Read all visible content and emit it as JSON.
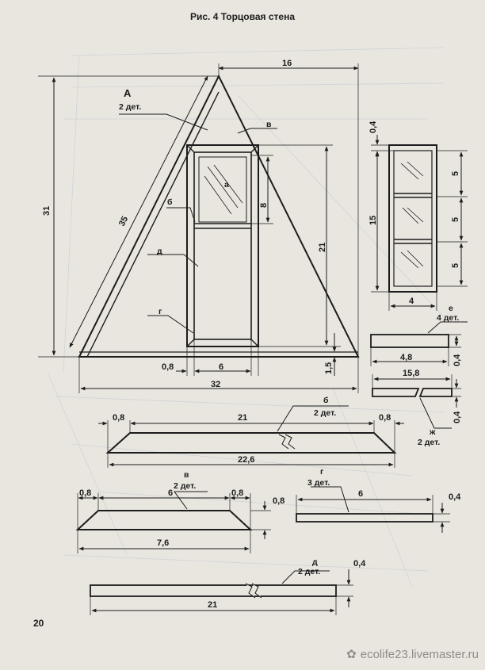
{
  "figure": {
    "title": "Рис. 4 Торцовая стена"
  },
  "page_number": "20",
  "watermark": "ecolife23.livemaster.ru",
  "main_view": {
    "part_a_label": "А",
    "part_a_count": "2 дет.",
    "label_v": "в",
    "label_a": "а",
    "label_b": "б",
    "label_d": "д",
    "label_g": "г",
    "dim_16": "16",
    "dim_31": "31",
    "dim_35": "35",
    "dim_8": "8",
    "dim_21": "21",
    "dim_0_8": "0,8",
    "dim_6": "6",
    "dim_1_5": "1,5",
    "dim_32": "32"
  },
  "window_view": {
    "dim_0_4": "0,4",
    "dim_15": "15",
    "dim_5a": "5",
    "dim_5b": "5",
    "dim_5c": "5",
    "dim_4": "4"
  },
  "part_e": {
    "label": "е",
    "count": "4 дет.",
    "dim_length": "4,8",
    "dim_thick": "0,4"
  },
  "part_zh": {
    "label": "ж",
    "count": "2 дет.",
    "dim_length": "15,8",
    "dim_thick": "0,4"
  },
  "part_b": {
    "label": "б",
    "count": "2 дет.",
    "dim_left": "0,8",
    "dim_mid": "21",
    "dim_right": "0,8",
    "dim_total": "22,6"
  },
  "part_v": {
    "label": "в",
    "count": "2 дет.",
    "dim_left": "0,8",
    "dim_mid": "6",
    "dim_right": "0,8",
    "dim_thick": "0,8",
    "dim_total": "7,6"
  },
  "part_g": {
    "label": "г",
    "count": "3 дет.",
    "dim_length": "6",
    "dim_thick": "0,4"
  },
  "part_d": {
    "label": "д",
    "count": "2 дет.",
    "dim_length": "21",
    "dim_thick": "0,4"
  }
}
